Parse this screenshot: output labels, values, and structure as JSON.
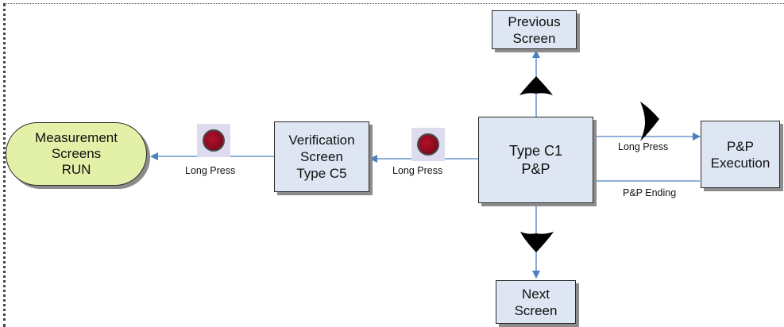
{
  "nodes": {
    "previous": "Previous\nScreen",
    "center": "Type C1\nP&P",
    "execution": "P&P\nExecution",
    "verification": "Verification\nScreen\nType C5",
    "measurement": "Measurement\nScreens\nRUN",
    "next": "Next\nScreen"
  },
  "edges": {
    "center_to_execution": "Long Press",
    "execution_to_center": "P&P Ending",
    "center_to_verification": "Long Press",
    "verification_to_measurement": "Long Press"
  },
  "icons": {
    "up": "up-arrow-key-icon",
    "right": "right-arrow-key-icon",
    "down": "down-arrow-key-icon",
    "button": "red-button-icon"
  },
  "colors": {
    "box_fill": "#dde6f2",
    "pill_fill": "#e3f0a8",
    "connector": "#4a7fc1",
    "button": "#8a0b1f"
  }
}
